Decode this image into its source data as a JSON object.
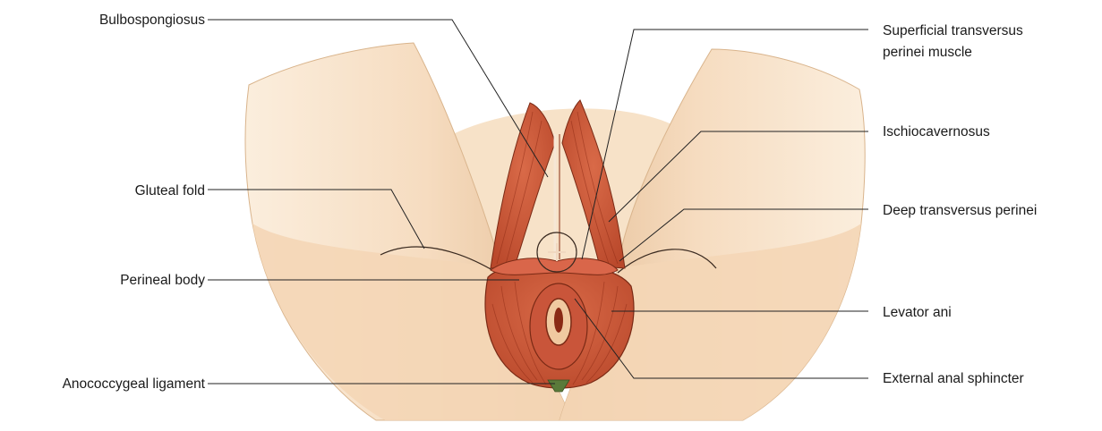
{
  "figure": {
    "labels": {
      "bulbospongiosus": "Bulbospongiosus",
      "superficial_transversus_line1": "Superficial transversus",
      "superficial_transversus_line2": "perinei muscle",
      "ischiocavernosus": "Ischiocavernosus",
      "gluteal_fold": "Gluteal fold",
      "deep_transversus_perinei": "Deep transversus perinei",
      "perineal_body": "Perineal body",
      "levator_ani": "Levator ani",
      "anococcygeal_ligament": "Anococcygeal ligament",
      "external_anal_sphincter": "External anal sphincter"
    }
  },
  "colors": {
    "skin": "#f6dcc0",
    "skin_shadow": "#e3bb92",
    "muscle": "#cf5a3a",
    "muscle_dark": "#a83c22",
    "ligament": "#5a7a3a"
  }
}
